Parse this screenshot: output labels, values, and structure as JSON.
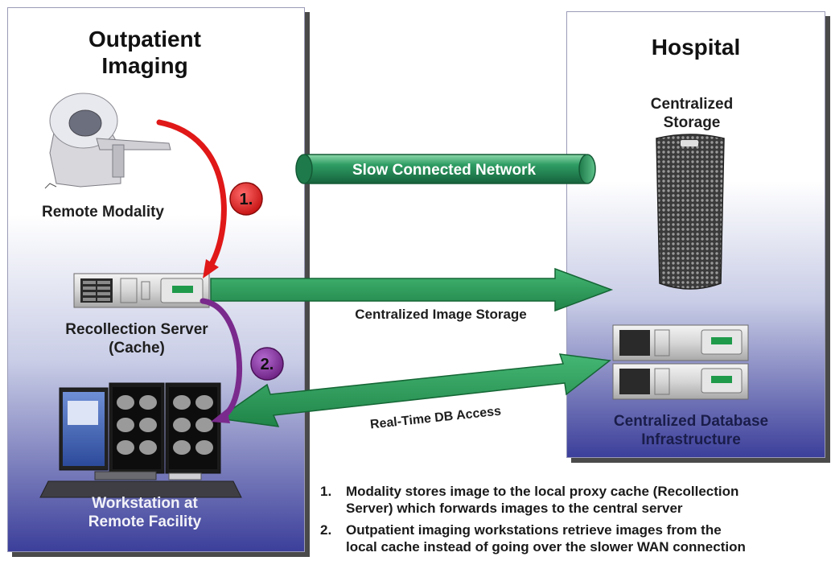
{
  "left_panel": {
    "title": "Outpatient\nImaging",
    "modality_label": "Remote Modality",
    "server_label": "Recollection Server\n(Cache)",
    "workstation_label": "Workstation at\nRemote Facility"
  },
  "right_panel": {
    "title": "Hospital",
    "storage_label": "Centralized\nStorage",
    "db_label": "Centralized Database\nInfrastructure"
  },
  "network_pipe_label": "Slow Connected Network",
  "arrow_labels": {
    "image_storage": "Centralized Image Storage",
    "db_access": "Real-Time DB Access"
  },
  "steps": [
    {
      "num": "1.",
      "badge": "1."
    },
    {
      "num": "2.",
      "badge": "2."
    }
  ],
  "notes": [
    {
      "num": "1.",
      "text": "Modality stores image to the local proxy cache (Recollection\nServer) which forwards images to the central server"
    },
    {
      "num": "2.",
      "text": "Outpatient imaging workstations retrieve images from the\nlocal cache instead of going over the slower WAN connection"
    }
  ],
  "colors": {
    "step1_arrow": "#e01818",
    "step2_arrow": "#7a2a8c",
    "flow_arrow": "#2a9a55",
    "pipe": "#2e9d64",
    "panel_bottom": "#3c3f9a"
  }
}
